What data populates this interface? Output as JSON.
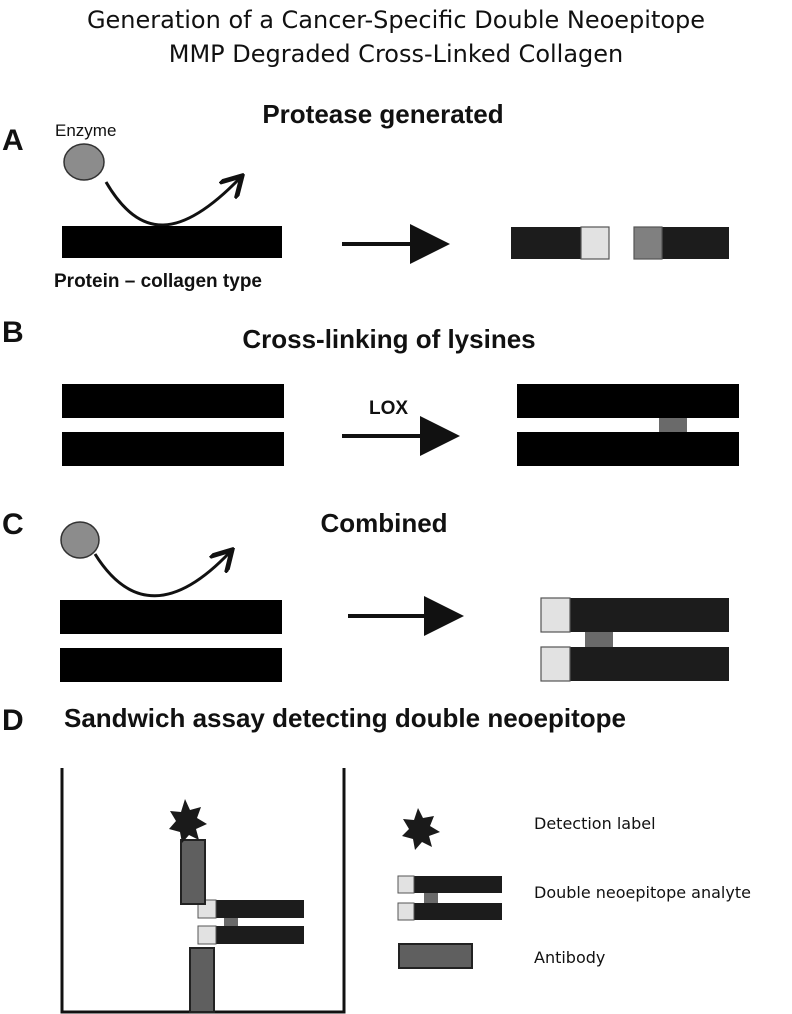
{
  "title": {
    "line1": "Generation of a Cancer-Specific Double Neoepitope",
    "line2": "MMP Degraded Cross-Linked Collagen"
  },
  "panels": {
    "a": {
      "letter": "A",
      "title": "Protease generated",
      "enzyme_label": "Enzyme",
      "protein_label": "Protein – collagen type"
    },
    "b": {
      "letter": "B",
      "title": "Cross-linking of lysines",
      "arrow_label": "LOX"
    },
    "c": {
      "letter": "C",
      "title": "Combined"
    },
    "d": {
      "letter": "D",
      "title": "Sandwich assay detecting double neoepitope"
    }
  },
  "legend": {
    "detection_label": "Detection label",
    "analyte": "Double neoepitope analyte",
    "antibody": "Antibody"
  },
  "colors": {
    "black_bar": "#000000",
    "dark_bar": "#1c1c1c",
    "enzyme": "#8c8c8c",
    "neo_light": "#e2e2e2",
    "neo_gray": "#808080",
    "crosslink": "#6a6a6a",
    "antibody": "#5f5f5f"
  }
}
